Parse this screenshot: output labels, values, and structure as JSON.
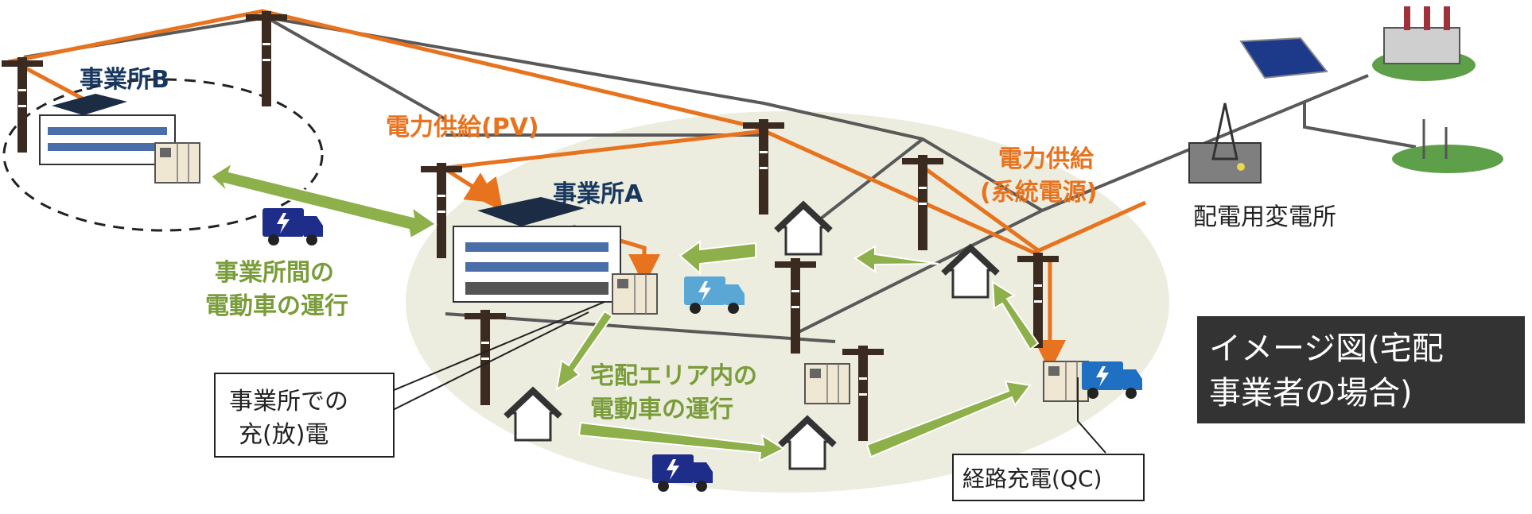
{
  "labels": {
    "office_b": "事業所B",
    "office_a": "事業所A",
    "pv_supply": "電力供給(PV)",
    "grid_supply_1": "電力供給",
    "grid_supply_2": "(系統電源)",
    "substation": "配電用変電所",
    "inter_office_1": "事業所間の",
    "inter_office_2": "電動車の運行",
    "delivery_area_1": "宅配エリア内の",
    "delivery_area_2": "電動車の運行",
    "office_charge_1": "事業所での",
    "office_charge_2": "充(放)電",
    "route_charge": "経路充電(QC)",
    "image_title_1": "イメージ図(宅配",
    "image_title_2": "事業者の場合)"
  },
  "colors": {
    "power_line": "#e8731f",
    "grid_line": "#595959",
    "arrow_green": "#8db04a",
    "office_label": "#17375e",
    "truck_navy": "#1f2d8a",
    "truck_light": "#5aa7d6",
    "truck_blue": "#1f6fc2",
    "title_bg": "#333333"
  }
}
